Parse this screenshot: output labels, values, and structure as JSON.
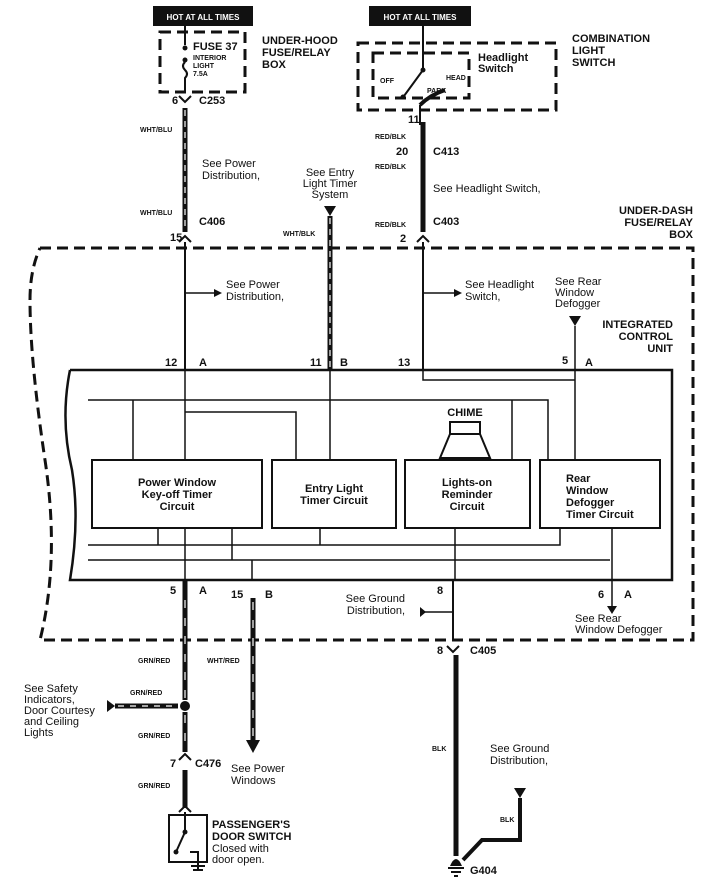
{
  "hot_labels": [
    "HOT AT ALL TIMES",
    "HOT AT ALL TIMES"
  ],
  "underhood": {
    "title": [
      "UNDER-HOOD",
      "FUSE/RELAY",
      "BOX"
    ],
    "fuse": "FUSE 37",
    "fuse_desc": [
      "INTERIOR",
      "LIGHT",
      "7.5A"
    ]
  },
  "combo": {
    "title": [
      "COMBINATION",
      "LIGHT",
      "SWITCH"
    ],
    "inner": [
      "Headlight",
      "Switch"
    ],
    "positions": {
      "off": "OFF",
      "head": "HEAD",
      "park": "PARK"
    }
  },
  "underdash": {
    "title": [
      "UNDER-DASH",
      "FUSE/RELAY",
      "BOX"
    ]
  },
  "icu": {
    "title": [
      "INTEGRATED",
      "CONTROL",
      "UNIT"
    ],
    "chime": "CHIME",
    "circuits": [
      [
        "Power Window",
        "Key-off Timer",
        "Circuit"
      ],
      [
        "Entry Light",
        "Timer Circuit"
      ],
      [
        "Lights-on",
        "Reminder",
        "Circuit"
      ],
      [
        "Rear",
        "Window",
        "Defogger",
        "Timer Circuit"
      ]
    ]
  },
  "connectors": {
    "c253": "C253",
    "c253_pin": "6",
    "c406": "C406",
    "c406_pin": "15",
    "c413": "C413",
    "c413_pin": "20",
    "c403": "C403",
    "c403_pin": "2",
    "c413_top_pin": "11",
    "c405": "C405",
    "c405_pin": "8",
    "c476": "C476",
    "c476_pin": "7"
  },
  "icu_pins_top": [
    [
      "12",
      "A"
    ],
    [
      "11",
      "B"
    ],
    [
      "13",
      ""
    ],
    [
      "5",
      "A"
    ]
  ],
  "icu_pins_bottom": [
    [
      "5",
      "A"
    ],
    [
      "15",
      "B"
    ],
    [
      "8",
      ""
    ],
    [
      "6",
      "A"
    ]
  ],
  "wires": {
    "wht_blu": "WHT/BLU",
    "red_blk": "RED/BLK",
    "wht_blk": "WHT/BLK",
    "grn_red": "GRN/RED",
    "wht_red": "WHT/RED",
    "blk": "BLK"
  },
  "refs": {
    "power_dist_1": [
      "See Power",
      "Distribution,"
    ],
    "entry_light": [
      "See Entry",
      "Light Timer",
      "System"
    ],
    "headlight_switch_1": "See Headlight Switch,",
    "power_dist_2": [
      "See Power",
      "Distribution,"
    ],
    "headlight_switch_2": [
      "See Headlight",
      "Switch,"
    ],
    "rear_defogger_1": [
      "See Rear",
      "Window",
      "Defogger"
    ],
    "ground_dist_1": [
      "See Ground",
      "Distribution,"
    ],
    "rear_defogger_2": [
      "See Rear",
      "Window Defogger"
    ],
    "safety": [
      "See Safety",
      "Indicators,",
      "Door Courtesy",
      "and Ceiling",
      "Lights"
    ],
    "power_windows": [
      "See Power",
      "Windows"
    ],
    "ground_dist_2": [
      "See Ground",
      "Distribution,"
    ]
  },
  "door_switch": {
    "title": [
      "PASSENGER'S",
      "DOOR SWITCH"
    ],
    "desc": [
      "Closed with",
      "door open."
    ]
  },
  "ground": "G404"
}
